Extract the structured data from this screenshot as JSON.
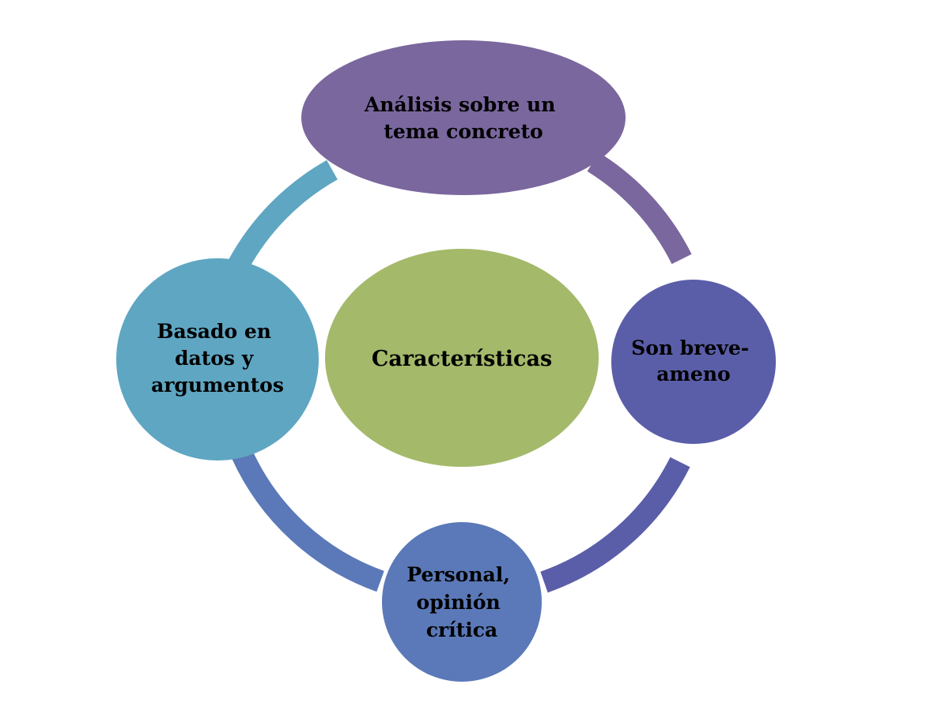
{
  "diagram": {
    "center": {
      "lines": [
        "Características"
      ],
      "color": "#A4B96A"
    },
    "top": {
      "lines": [
        "Análisis sobre un",
        "tema concreto"
      ],
      "color": "#7A679E"
    },
    "right": {
      "lines": [
        "Son breve-",
        "ameno"
      ],
      "color": "#5A5EA8"
    },
    "bottom": {
      "lines": [
        "Personal,",
        "opinión",
        "crítica"
      ],
      "color": "#5B79B8"
    },
    "left": {
      "lines": [
        "Basado en",
        "datos y",
        "argumentos"
      ],
      "color": "#5FA6C2"
    },
    "arcs": {
      "top_right": "#7A679E",
      "right_bottom": "#5A5EA8",
      "bottom_left": "#5B79B8",
      "left_top": "#5FA6C2"
    }
  }
}
